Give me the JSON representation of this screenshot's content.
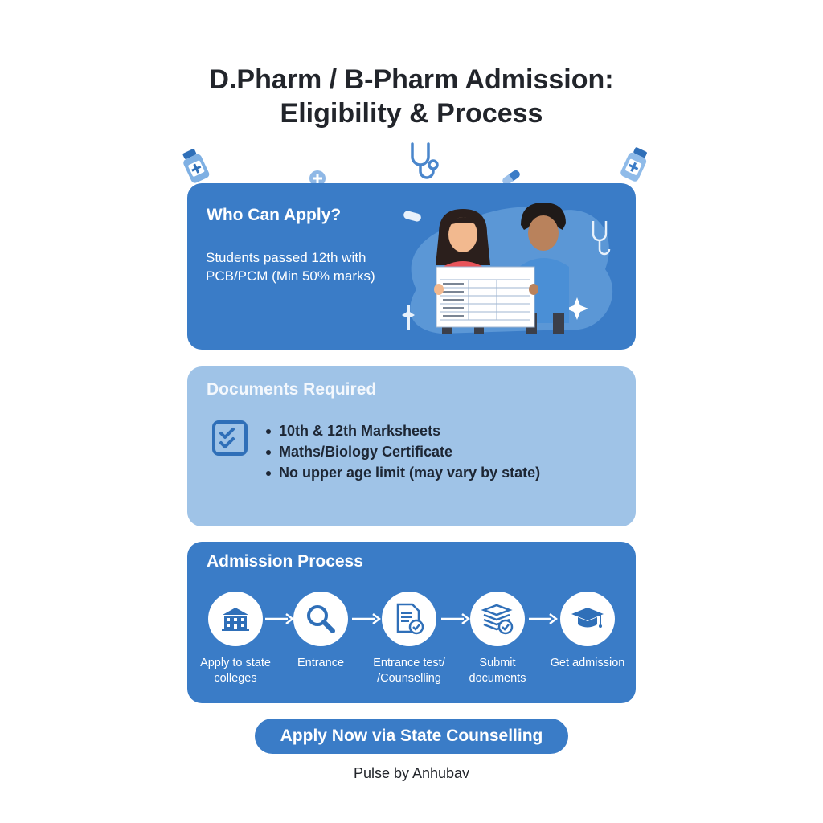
{
  "title": {
    "line1": "D.Pharm / B-Pharm Admission:",
    "line2": "Eligibility & Process"
  },
  "decorations": [
    "medicine-bottle-icon",
    "plus-badge-icon",
    "stethoscope-icon",
    "capsule-icon",
    "medicine-bottle-icon"
  ],
  "who_can_apply": {
    "heading": "Who Can Apply?",
    "text": "Students passed 12th with PCB/PCM (Min 50% marks)",
    "illustration": "two-students-holding-marksheet"
  },
  "documents": {
    "heading": "Documents Required",
    "icon": "checklist-icon",
    "items": [
      "10th & 12th Marksheets",
      "Maths/Biology Certificate",
      "No upper age limit (may vary by state)"
    ]
  },
  "process": {
    "heading": "Admission Process",
    "steps": [
      {
        "label": "Apply to state colleges",
        "icon": "building-icon"
      },
      {
        "label": "Entrance",
        "icon": "search-icon"
      },
      {
        "label": "Entrance test/ /Counselling",
        "icon": "document-check-icon"
      },
      {
        "label": "Submit documents",
        "icon": "stacked-documents-check-icon"
      },
      {
        "label": "Get admission",
        "icon": "graduation-cap-icon"
      }
    ]
  },
  "cta": {
    "label": "Apply Now via State Counselling"
  },
  "footer": {
    "text": "Pulse by Anhubav"
  },
  "colors": {
    "primary_blue": "#3a7cc7",
    "light_blue": "#9fc3e7",
    "dark_text": "#22252b",
    "white": "#ffffff"
  }
}
